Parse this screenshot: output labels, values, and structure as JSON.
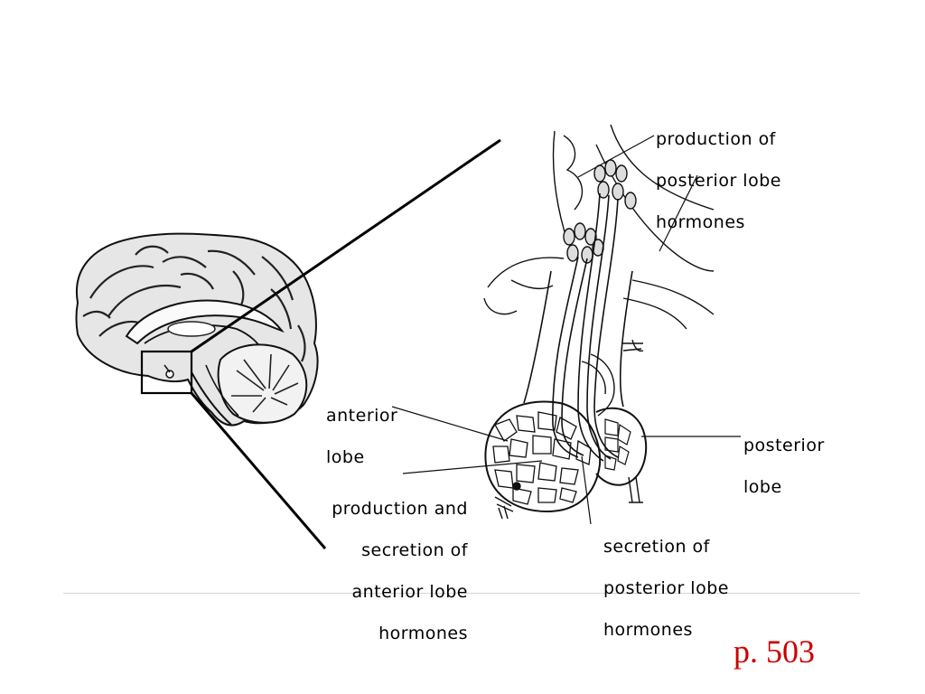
{
  "labels": {
    "production_posterior": [
      "production of",
      "posterior lobe",
      "hormones"
    ],
    "anterior_lobe": [
      "anterior",
      "lobe"
    ],
    "posterior_lobe": [
      "posterior",
      "lobe"
    ],
    "production_secretion_anterior": [
      "production and",
      "secretion of",
      "anterior lobe",
      "hormones"
    ],
    "secretion_posterior": [
      "secretion of",
      "posterior lobe",
      "hormones"
    ]
  },
  "page_number": "p. 503",
  "colors": {
    "page_number": "#cc0000",
    "ink": "#000000",
    "brain_fill": "#e4e4e4"
  }
}
